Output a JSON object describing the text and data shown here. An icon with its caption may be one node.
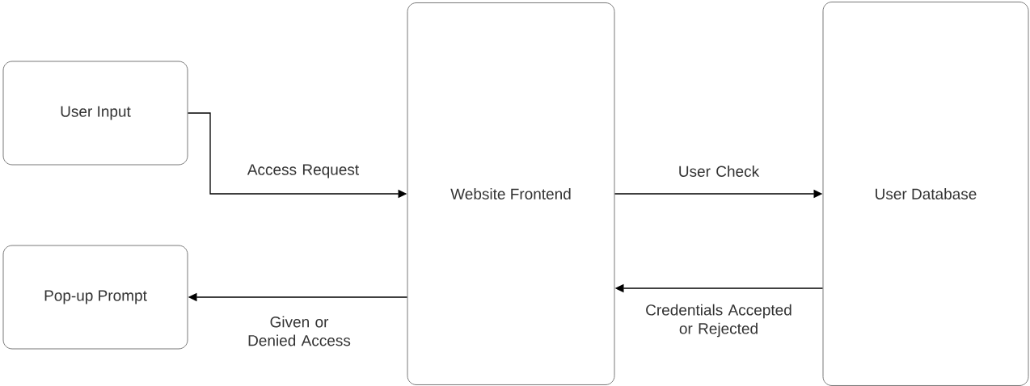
{
  "diagram": {
    "nodes": [
      {
        "text": [
          "User Input"
        ]
      },
      {
        "text": [
          "Pop-up Prompt"
        ]
      },
      {
        "text": [
          "Website Frontend"
        ]
      },
      {
        "text": [
          "User Database"
        ]
      }
    ],
    "edges": [
      {
        "from": 0,
        "to": 2,
        "arrow": "to",
        "label": "Access Request"
      },
      {
        "from": 2,
        "to": 3,
        "arrow": "to",
        "label": "User Check"
      },
      {
        "from": 3,
        "to": 2,
        "arrow": "to",
        "label": "Credentials Accepted or Rejected"
      },
      {
        "from": 2,
        "to": 1,
        "arrow": "to",
        "label": "Given or Denied Access"
      }
    ]
  }
}
